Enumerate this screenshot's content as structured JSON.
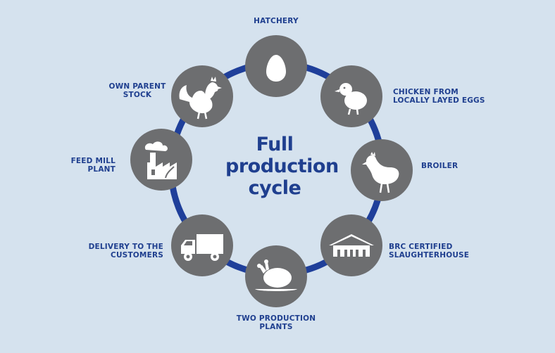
{
  "center_title": [
    "Full",
    "production",
    "cycle"
  ],
  "colors": {
    "background": "#d5e2ee",
    "ring": "#1f3f9a",
    "node": "#6d6e70",
    "text": "#1f3f8f",
    "icon": "#ffffff"
  },
  "nodes": [
    {
      "id": "hatchery",
      "icon": "egg-icon",
      "label": [
        "HATCHERY"
      ]
    },
    {
      "id": "chicken-from-eggs",
      "icon": "chick-icon",
      "label": [
        "CHICKEN FROM",
        "LOCALLY LAYED EGGS"
      ]
    },
    {
      "id": "broiler",
      "icon": "hen-icon",
      "label": [
        "BROILER"
      ]
    },
    {
      "id": "slaughterhouse",
      "icon": "building-icon",
      "label": [
        "BRC CERTIFIED",
        "SLAUGHTERHOUSE"
      ]
    },
    {
      "id": "production-plants",
      "icon": "roast-chicken-icon",
      "label": [
        "TWO PRODUCTION",
        "PLANTS"
      ]
    },
    {
      "id": "delivery",
      "icon": "truck-icon",
      "label": [
        "DELIVERY TO THE",
        "CUSTOMERS"
      ]
    },
    {
      "id": "feed-mill",
      "icon": "factory-icon",
      "label": [
        "FEED MILL",
        "PLANT"
      ]
    },
    {
      "id": "parent-stock",
      "icon": "rooster-icon",
      "label": [
        "OWN PARENT",
        "STOCK"
      ]
    }
  ]
}
